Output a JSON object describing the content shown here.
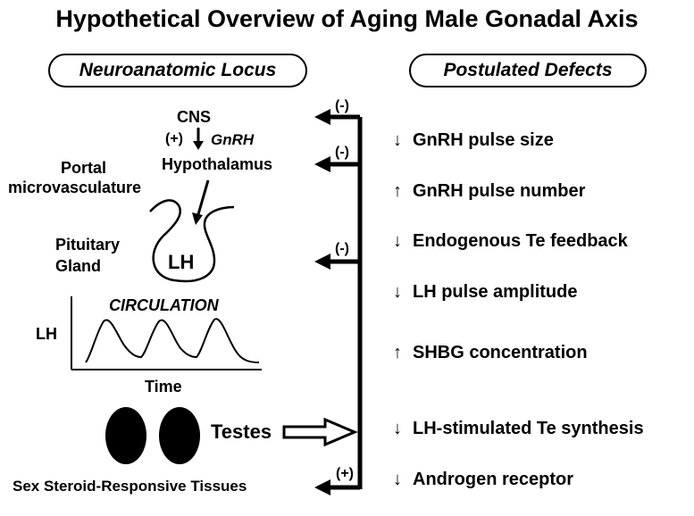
{
  "title": "Hypothetical Overview of Aging Male Gonadal Axis",
  "headers": {
    "left": "Neuroanatomic Locus",
    "right": "Postulated Defects"
  },
  "locus": {
    "cns": "CNS",
    "plus_sign": "(+)",
    "gnrh": "GnRH",
    "hypothalamus": "Hypothalamus",
    "portal_line1": "Portal",
    "portal_line2": "microvasculature",
    "pituitary_line1": "Pituitary",
    "pituitary_line2": "Gland",
    "lh_in_gland": "LH",
    "circulation": "CIRCULATION",
    "lh_axis": "LH",
    "time_axis": "Time",
    "testes": "Testes",
    "tissues": "Sex Steroid-Responsive Tissues"
  },
  "feedback": {
    "neg1": "(-)",
    "neg2": "(-)",
    "neg3": "(-)",
    "pos": "(+)"
  },
  "defects": [
    {
      "direction": "↓",
      "text": "GnRH pulse size"
    },
    {
      "direction": "↑",
      "text": "GnRH pulse number"
    },
    {
      "direction": "↓",
      "text": "Endogenous Te feedback"
    },
    {
      "direction": "↓",
      "text": "LH pulse amplitude"
    },
    {
      "direction": "↑",
      "text": "SHBG concentration"
    },
    {
      "direction": "↓",
      "text": "LH-stimulated Te synthesis"
    },
    {
      "direction": "↓",
      "text": "Androgen receptor"
    }
  ]
}
